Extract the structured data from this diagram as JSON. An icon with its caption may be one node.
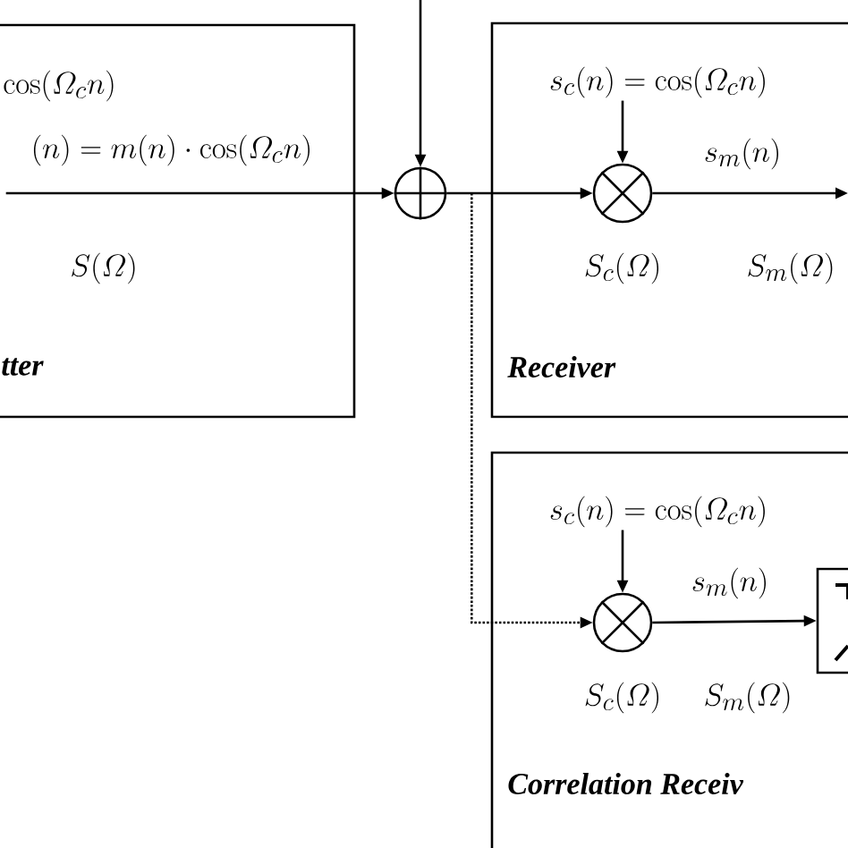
{
  "diagram": {
    "nodes": [
      {
        "text": [
          "\\cos(\\varOmega_c n)",
          "S(\\varOmega)",
          "tter"
        ]
      },
      {
        "text": [],
        "shape": "circle"
      },
      {
        "text": [
          "S_m(\\varOmega)",
          "Receiver"
        ]
      },
      {
        "text": [
          "s_c(n)=\\cos(\\varOmega_c n)"
        ],
        "in": 2
      },
      {
        "text": [],
        "shape": "circle",
        "in": 2,
        "beside": [
          "S_c(\\varOmega)"
        ]
      },
      {
        "text": [
          "S_m(\\varOmega)",
          "Correlation Receiv"
        ]
      },
      {
        "text": [
          "s_c(n)=\\cos(\\varOmega_c n)"
        ],
        "in": 5
      },
      {
        "text": [],
        "shape": "circle",
        "in": 5,
        "beside": [
          "S_c(\\varOmega)"
        ]
      },
      {
        "text": [],
        "shape": "box",
        "in": 5
      }
    ],
    "edges": [
      {
        "from": 0,
        "to": 1,
        "arrow": "to",
        "label": "(n)=m(n)\\cdot\\cos(\\varOmega_c n)"
      },
      {
        "from": null,
        "to": 1,
        "arrow": "to"
      },
      {
        "from": 1,
        "to": 4,
        "arrow": "to"
      },
      {
        "from": 1,
        "to": 7,
        "arrow": "to",
        "style": "dashed"
      },
      {
        "from": 3,
        "to": 4,
        "arrow": "to"
      },
      {
        "from": 4,
        "to": null,
        "arrow": "to",
        "label": "s_m(n)"
      },
      {
        "from": 6,
        "to": 7,
        "arrow": "to"
      },
      {
        "from": 7,
        "to": 8,
        "arrow": "to",
        "label": "s_m(n)"
      }
    ]
  }
}
